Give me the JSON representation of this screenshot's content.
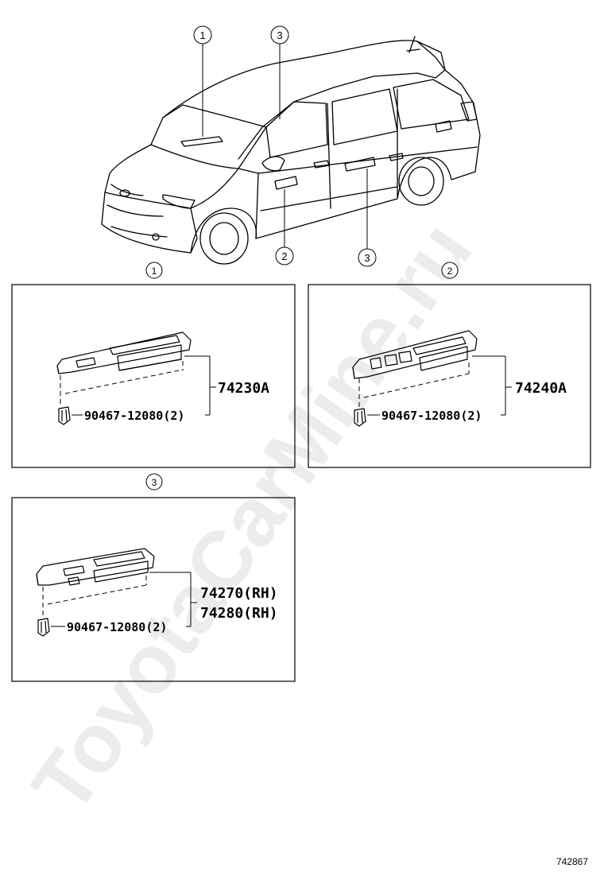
{
  "watermark": "ToyotaCarMine.ru",
  "car_callouts": [
    "1",
    "3",
    "2",
    "3"
  ],
  "panels": [
    {
      "callout": "1",
      "part": "74230A",
      "fastener": "90467-12080(2)"
    },
    {
      "callout": "2",
      "part": "74240A",
      "fastener": "90467-12080(2)"
    },
    {
      "callout": "3",
      "part_rh": "74270(RH)",
      "part_lh": "74280(RH)",
      "fastener": "90467-12080(2)"
    }
  ],
  "diagram_id": "742867",
  "colors": {
    "line": "#000000",
    "watermark": "#ececec",
    "background": "#ffffff"
  }
}
